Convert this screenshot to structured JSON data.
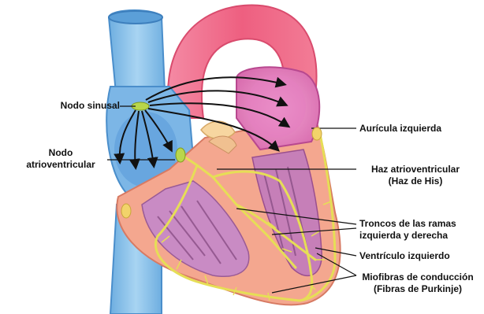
{
  "labels": {
    "sa_node": "Nodo sinusal",
    "av_node_1": "Nodo",
    "av_node_2": "atrioventricular",
    "left_atrium": "Aurícula  izquierda",
    "bundle_1": "Haz atrioventricular",
    "bundle_2": "(Haz de His)",
    "branches_1": "Troncos de las ramas",
    "branches_2": "izquierda y derecha",
    "left_ventricle": "Ventrículo izquierdo",
    "purkinje_1": "Miofibras de conducción",
    "purkinje_2": "(Fibras de Purkinje)"
  },
  "colors": {
    "vena_cava": "#8ec3ea",
    "vena_cava_dark": "#5a9fd6",
    "aorta": "#f26d8d",
    "heart_wall": "#f2a08c",
    "inner_chamber": "#c77bb5",
    "conduction": "#e8e05a",
    "arrows": "#111111"
  }
}
